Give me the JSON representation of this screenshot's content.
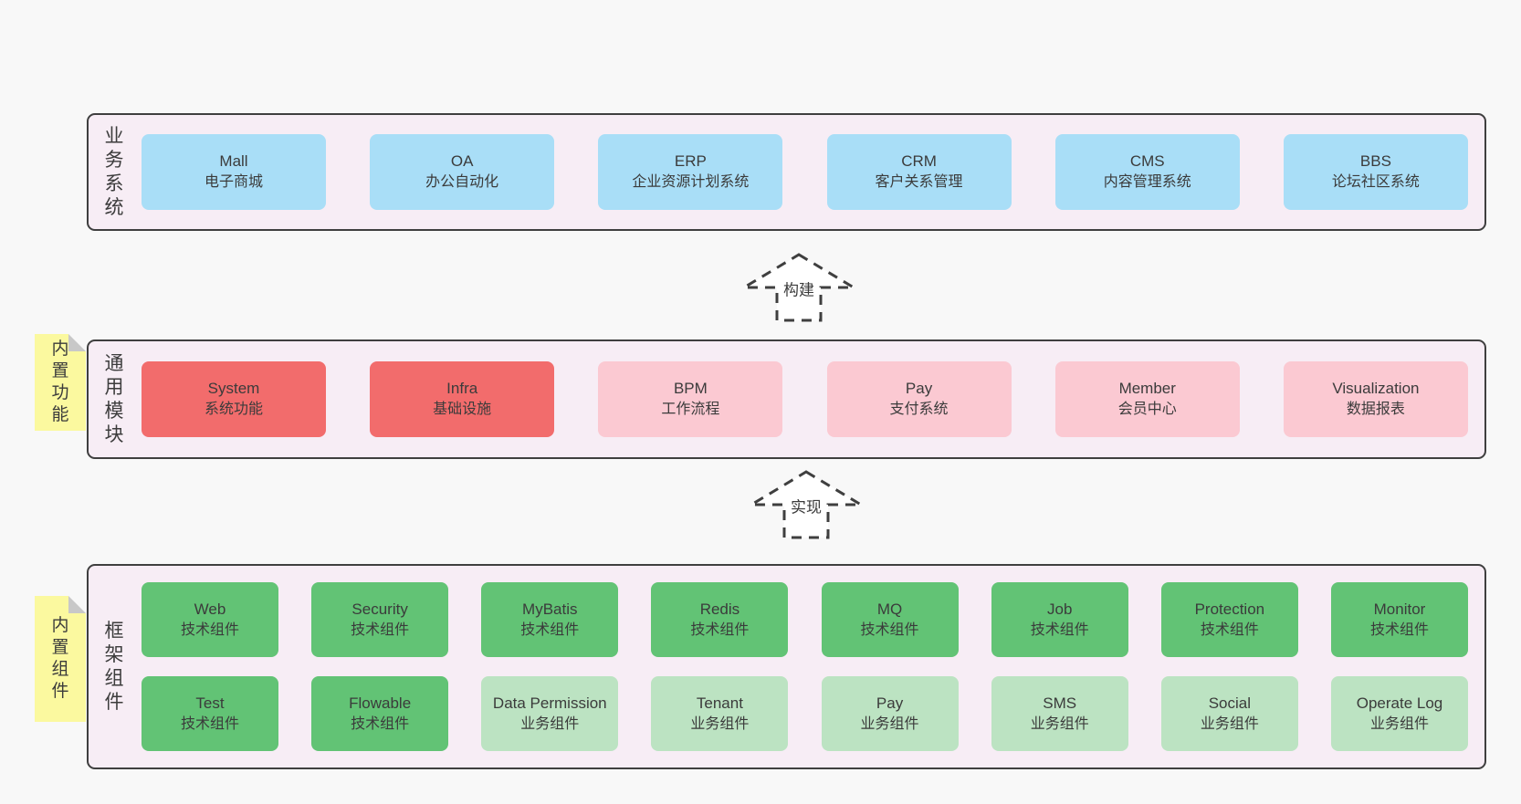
{
  "diagram": {
    "colors": {
      "page_bg": "#f8f8f8",
      "band_bg": "#f7edf5",
      "border": "#3f3f3f",
      "text": "#3b3b3b",
      "blue": "#a9def7",
      "red": "#f26c6c",
      "pink": "#fbc9d2",
      "green": "#62c375",
      "lightgreen": "#bce3c2",
      "sticky": "#fbf99f",
      "fold": "#c8c8c8",
      "arrow_fill": "#ffffff"
    },
    "arrows": [
      {
        "label": "构建"
      },
      {
        "label": "实现"
      }
    ],
    "bands": [
      {
        "label": "业务系统",
        "sticky": null,
        "rows": [
          [
            {
              "name": "Mall",
              "desc": "电子商城",
              "variant": "blue"
            },
            {
              "name": "OA",
              "desc": "办公自动化",
              "variant": "blue"
            },
            {
              "name": "ERP",
              "desc": "企业资源计划系统",
              "variant": "blue"
            },
            {
              "name": "CRM",
              "desc": "客户关系管理",
              "variant": "blue"
            },
            {
              "name": "CMS",
              "desc": "内容管理系统",
              "variant": "blue"
            },
            {
              "name": "BBS",
              "desc": "论坛社区系统",
              "variant": "blue"
            }
          ]
        ]
      },
      {
        "label": "通用模块",
        "sticky": "内置功能",
        "rows": [
          [
            {
              "name": "System",
              "desc": "系统功能",
              "variant": "red"
            },
            {
              "name": "Infra",
              "desc": "基础设施",
              "variant": "red"
            },
            {
              "name": "BPM",
              "desc": "工作流程",
              "variant": "pink"
            },
            {
              "name": "Pay",
              "desc": "支付系统",
              "variant": "pink"
            },
            {
              "name": "Member",
              "desc": "会员中心",
              "variant": "pink"
            },
            {
              "name": "Visualization",
              "desc": "数据报表",
              "variant": "pink"
            }
          ]
        ]
      },
      {
        "label": "框架组件",
        "sticky": "内置组件",
        "rows": [
          [
            {
              "name": "Web",
              "desc": "技术组件",
              "variant": "green"
            },
            {
              "name": "Security",
              "desc": "技术组件",
              "variant": "green"
            },
            {
              "name": "MyBatis",
              "desc": "技术组件",
              "variant": "green"
            },
            {
              "name": "Redis",
              "desc": "技术组件",
              "variant": "green"
            },
            {
              "name": "MQ",
              "desc": "技术组件",
              "variant": "green"
            },
            {
              "name": "Job",
              "desc": "技术组件",
              "variant": "green"
            },
            {
              "name": "Protection",
              "desc": "技术组件",
              "variant": "green"
            },
            {
              "name": "Monitor",
              "desc": "技术组件",
              "variant": "green"
            }
          ],
          [
            {
              "name": "Test",
              "desc": "技术组件",
              "variant": "green"
            },
            {
              "name": "Flowable",
              "desc": "技术组件",
              "variant": "green"
            },
            {
              "name": "Data Permission",
              "desc": "业务组件",
              "variant": "lightgreen"
            },
            {
              "name": "Tenant",
              "desc": "业务组件",
              "variant": "lightgreen"
            },
            {
              "name": "Pay",
              "desc": "业务组件",
              "variant": "lightgreen"
            },
            {
              "name": "SMS",
              "desc": "业务组件",
              "variant": "lightgreen"
            },
            {
              "name": "Social",
              "desc": "业务组件",
              "variant": "lightgreen"
            },
            {
              "name": "Operate Log",
              "desc": "业务组件",
              "variant": "lightgreen"
            }
          ]
        ]
      }
    ]
  }
}
